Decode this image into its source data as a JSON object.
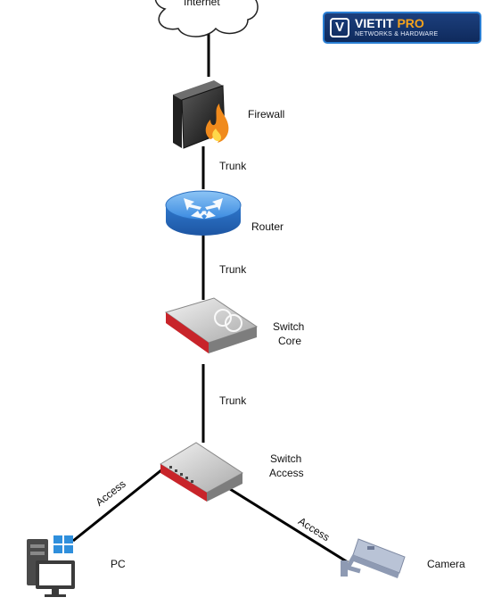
{
  "diagram": {
    "nodes": {
      "internet": "Internet",
      "firewall": "Firewall",
      "router": "Router",
      "switch_core_line1": "Switch",
      "switch_core_line2": "Core",
      "switch_access_line1": "Switch",
      "switch_access_line2": "Access",
      "pc": "PC",
      "camera": "Camera"
    },
    "links": {
      "firewall_router": "Trunk",
      "router_core": "Trunk",
      "core_access": "Trunk",
      "access_pc": "Access",
      "access_camera": "Access"
    }
  },
  "badge": {
    "logo_letter": "V",
    "brand": "VIETIT",
    "brand_accent": "PRO",
    "tagline": "NETWORKS & HARDWARE"
  },
  "colors": {
    "badge_bg": "#163a78",
    "badge_border": "#2a7fd4",
    "badge_accent": "#f5a21c",
    "router_blue": "#3d8ee0",
    "switch_red": "#c8242a",
    "line": "#000000"
  }
}
